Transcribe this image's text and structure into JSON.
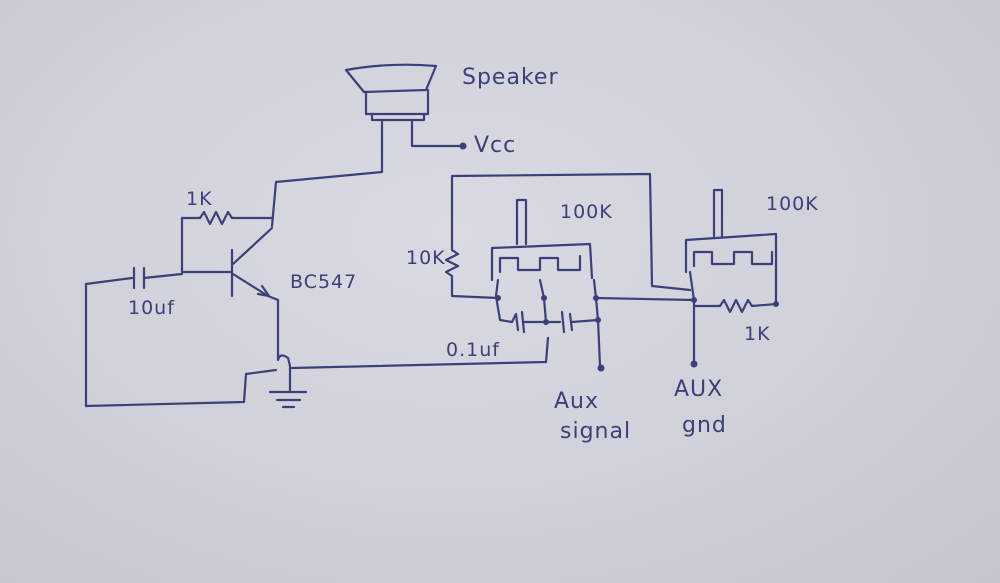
{
  "labels": {
    "speaker": "Speaker",
    "vcc": "Vcc",
    "r_base": "1K",
    "transistor": "BC547",
    "cap_input": "10uf",
    "pot1": "100K",
    "pot2": "100K",
    "r_10k": "10K",
    "cap_01": "0.1uf",
    "r_1k_right": "1K",
    "aux_signal_1": "Aux",
    "aux_signal_2": "signal",
    "aux_gnd_1": "AUX",
    "aux_gnd_2": "gnd"
  },
  "colors": {
    "ink": "#3d3f7a",
    "paper": "#d3d5dd"
  }
}
